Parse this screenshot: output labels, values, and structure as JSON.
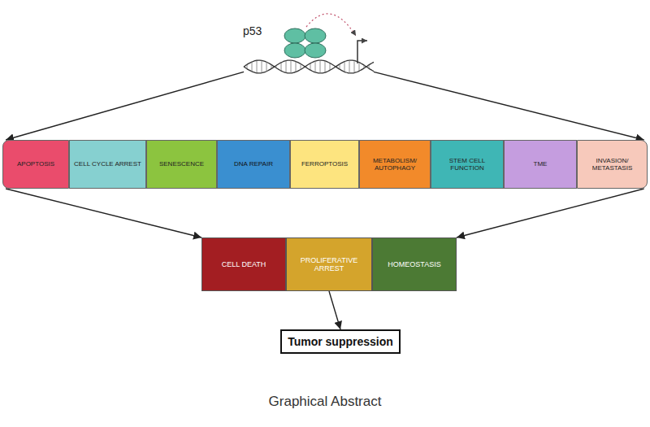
{
  "diagram": {
    "caption": "Graphical Abstract",
    "nodes": [
      {
        "text": [
          "p53"
        ]
      },
      {
        "text": [
          "APOPTOSIS"
        ]
      },
      {
        "text": [
          "CELL CYCLE ARREST"
        ]
      },
      {
        "text": [
          "SENESCENCE"
        ]
      },
      {
        "text": [
          "DNA REPAIR"
        ]
      },
      {
        "text": [
          "FERROPTOSIS"
        ]
      },
      {
        "text": [
          "METABOLISM/ AUTOPHAGY"
        ]
      },
      {
        "text": [
          "STEM CELL FUNCTION"
        ]
      },
      {
        "text": [
          "TME"
        ]
      },
      {
        "text": [
          "INVASION/ METASTASIS"
        ]
      },
      {
        "text": [
          "CELL DEATH"
        ]
      },
      {
        "text": [
          "PROLIFERATIVE ARREST"
        ]
      },
      {
        "text": [
          "HOMEOSTASIS"
        ]
      },
      {
        "text": [
          "Tumor suppression"
        ]
      }
    ],
    "edges": [
      {
        "from": 0,
        "to": 1,
        "arrow": "to"
      },
      {
        "from": 0,
        "to": 9,
        "arrow": "to"
      },
      {
        "from": 1,
        "to": 10,
        "arrow": "to"
      },
      {
        "from": 9,
        "to": 12,
        "arrow": "to"
      },
      {
        "from": 11,
        "to": 13,
        "arrow": "to"
      }
    ]
  }
}
